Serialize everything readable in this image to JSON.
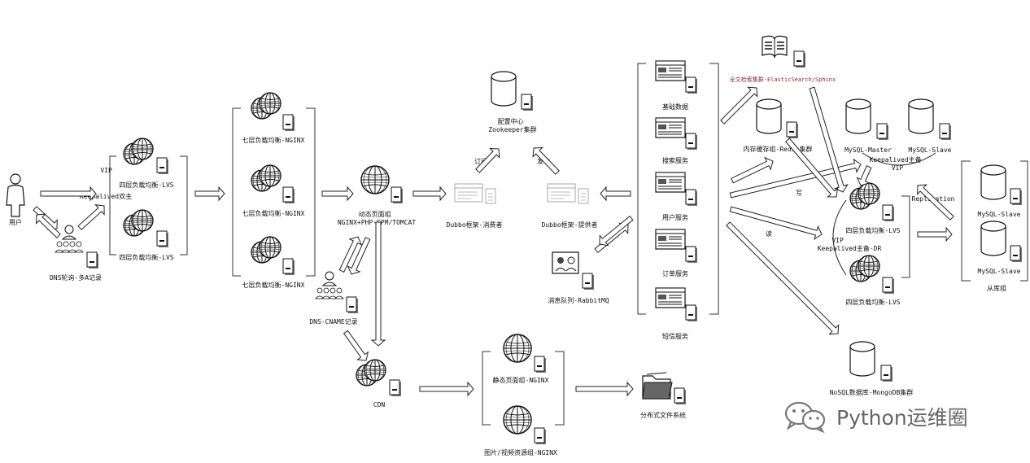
{
  "labels": {
    "user": "用户",
    "dns_rr": "DNS轮询-多A记录",
    "vip_lvs": "VIP\nKeepalived双主",
    "lvs1": "四层负载均衡-LVS",
    "lvs2": "四层负载均衡-LVS",
    "nginx1": "七层负载均衡-NGINX",
    "nginx2": "七层负载均衡-NGINX",
    "nginx3": "七层负载均衡-NGINX",
    "dynamic": "动态页面组\nNGINX+PHP-FPM/TOMCAT",
    "dns_cname": "DNS-CNAME记录",
    "cdn": "CDN",
    "config_center": "配置中心\nZookeeper集群",
    "subscribe": "订阅",
    "publish": "发布",
    "dubbo_consumer": "Dubbo框架-消费者",
    "dubbo_provider": "Dubbo框架-提供者",
    "mq": "消息队列-RabbitMQ",
    "svc_basic": "基础数据",
    "svc_search": "搜索服务",
    "svc_user": "用户服务",
    "svc_order": "订单服务",
    "svc_sms": "短信服务",
    "static_group": "静态页面组-NGINX",
    "media_group": "图片/视频资源组-NGINX",
    "dfs": "分布式文件系统",
    "fulltext": "全文检索集群-ElasticSearch/Sphinx",
    "redis": "内存缓存组-Redis集群",
    "mysql_master": "MySQL-Master",
    "mysql_slave_top": "MySQL-Slave",
    "vip_mysql": "Keepalived主备\nVIP",
    "write": "写",
    "read": "读",
    "lvs_db1": "四层负载均衡-LVS",
    "lvs_db2": "四层负载均衡-LVS",
    "vip_dr": "VIP\nKeepalived主备-DR",
    "replication": "Replication",
    "slave_a": "MySQL-Slave",
    "slave_b": "MySQL-Slave",
    "slave_group": "从库组",
    "nosql": "NoSQL数据库-MongoDB集群"
  },
  "watermark": {
    "text": "Python运维圈",
    "icon": "wechat-icon"
  }
}
